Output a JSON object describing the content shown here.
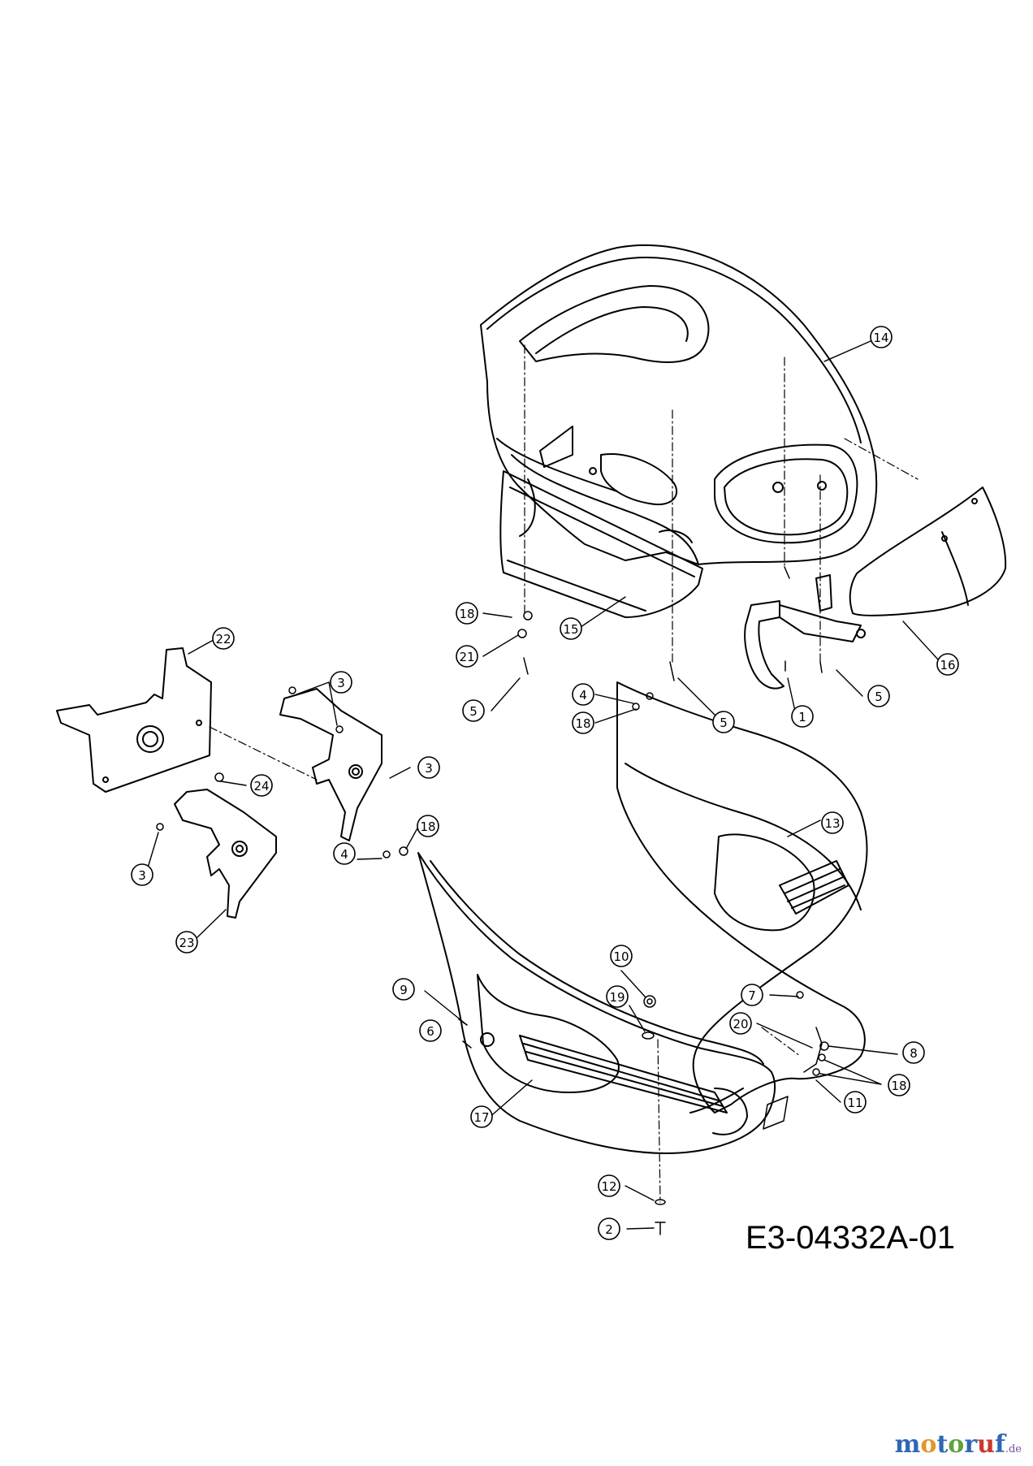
{
  "diagram": {
    "drawing_code": "E3-04332A-01",
    "watermark": {
      "parts": [
        {
          "text": "m",
          "color": "#2f67b5"
        },
        {
          "text": "o",
          "color": "#e2962a"
        },
        {
          "text": "t",
          "color": "#2f67b5"
        },
        {
          "text": "o",
          "color": "#5da33a"
        },
        {
          "text": "r",
          "color": "#2f67b5"
        },
        {
          "text": "u",
          "color": "#c8392b"
        },
        {
          "text": "f",
          "color": "#2f67b5"
        }
      ],
      "tld": ".de"
    },
    "callouts": [
      {
        "id": "c14",
        "label": "14"
      },
      {
        "id": "c16",
        "label": "16"
      },
      {
        "id": "c15",
        "label": "15"
      },
      {
        "id": "c18a",
        "label": "18"
      },
      {
        "id": "c21",
        "label": "21"
      },
      {
        "id": "c5a",
        "label": "5"
      },
      {
        "id": "c5b",
        "label": "5"
      },
      {
        "id": "c1",
        "label": "1"
      },
      {
        "id": "c5c",
        "label": "5"
      },
      {
        "id": "c22",
        "label": "22"
      },
      {
        "id": "c3a",
        "label": "3"
      },
      {
        "id": "c3b",
        "label": "3"
      },
      {
        "id": "c24",
        "label": "24"
      },
      {
        "id": "c3c",
        "label": "3"
      },
      {
        "id": "c23",
        "label": "23"
      },
      {
        "id": "c4a",
        "label": "4"
      },
      {
        "id": "c18b",
        "label": "18"
      },
      {
        "id": "c13",
        "label": "13"
      },
      {
        "id": "c18c",
        "label": "18"
      },
      {
        "id": "c4b",
        "label": "4"
      },
      {
        "id": "c10",
        "label": "10"
      },
      {
        "id": "c9",
        "label": "9"
      },
      {
        "id": "c19",
        "label": "19"
      },
      {
        "id": "c7",
        "label": "7"
      },
      {
        "id": "c20",
        "label": "20"
      },
      {
        "id": "c8",
        "label": "8"
      },
      {
        "id": "c6",
        "label": "6"
      },
      {
        "id": "c18d",
        "label": "18"
      },
      {
        "id": "c11",
        "label": "11"
      },
      {
        "id": "c17",
        "label": "17"
      },
      {
        "id": "c12",
        "label": "12"
      },
      {
        "id": "c2",
        "label": "2"
      }
    ]
  }
}
